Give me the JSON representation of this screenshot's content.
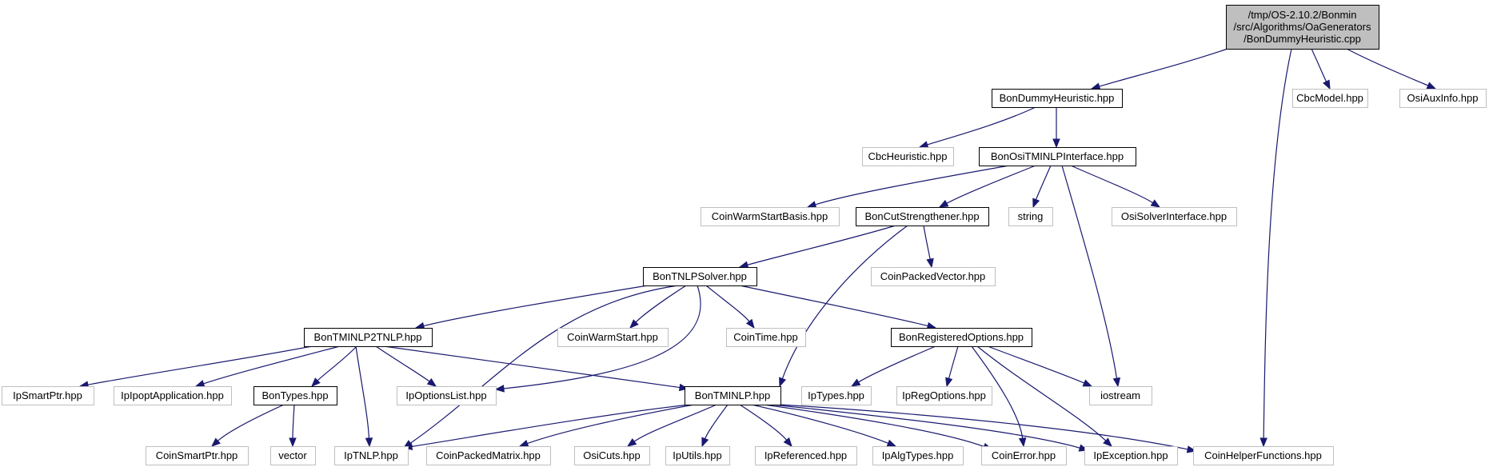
{
  "colors": {
    "edge": "#191970",
    "root_fill": "#bfbfbf",
    "root_border": "#000000",
    "documented_border": "#000000",
    "external_border": "#bfbfbf",
    "text": "#000000"
  },
  "nodes": {
    "root": {
      "kind": "root",
      "lines": [
        "/tmp/OS-2.10.2/Bonmin",
        "/src/Algorithms/OaGenerators",
        "/BonDummyHeuristic.cpp"
      ]
    },
    "BonDummyHeuristic": {
      "kind": "documented",
      "lines": [
        "BonDummyHeuristic.hpp"
      ]
    },
    "CbcModel": {
      "kind": "external",
      "lines": [
        "CbcModel.hpp"
      ]
    },
    "OsiAuxInfo": {
      "kind": "external",
      "lines": [
        "OsiAuxInfo.hpp"
      ]
    },
    "CbcHeuristic": {
      "kind": "external",
      "lines": [
        "CbcHeuristic.hpp"
      ]
    },
    "BonOsiTMINLPInterface": {
      "kind": "documented",
      "lines": [
        "BonOsiTMINLPInterface.hpp"
      ]
    },
    "CoinWarmStartBasis": {
      "kind": "external",
      "lines": [
        "CoinWarmStartBasis.hpp"
      ]
    },
    "BonCutStrengthener": {
      "kind": "documented",
      "lines": [
        "BonCutStrengthener.hpp"
      ]
    },
    "string": {
      "kind": "external",
      "lines": [
        "string"
      ]
    },
    "OsiSolverInterface": {
      "kind": "external",
      "lines": [
        "OsiSolverInterface.hpp"
      ]
    },
    "BonTNLPSolver": {
      "kind": "documented",
      "lines": [
        "BonTNLPSolver.hpp"
      ]
    },
    "CoinPackedVector": {
      "kind": "external",
      "lines": [
        "CoinPackedVector.hpp"
      ]
    },
    "BonTMINLP2TNLP": {
      "kind": "documented",
      "lines": [
        "BonTMINLP2TNLP.hpp"
      ]
    },
    "CoinWarmStart": {
      "kind": "external",
      "lines": [
        "CoinWarmStart.hpp"
      ]
    },
    "CoinTime": {
      "kind": "external",
      "lines": [
        "CoinTime.hpp"
      ]
    },
    "BonRegisteredOptions": {
      "kind": "documented",
      "lines": [
        "BonRegisteredOptions.hpp"
      ]
    },
    "IpSmartPtr": {
      "kind": "external",
      "lines": [
        "IpSmartPtr.hpp"
      ]
    },
    "IpIpoptApplication": {
      "kind": "external",
      "lines": [
        "IpIpoptApplication.hpp"
      ]
    },
    "BonTypes": {
      "kind": "documented",
      "lines": [
        "BonTypes.hpp"
      ]
    },
    "IpOptionsList": {
      "kind": "external",
      "lines": [
        "IpOptionsList.hpp"
      ]
    },
    "BonTMINLP": {
      "kind": "documented",
      "lines": [
        "BonTMINLP.hpp"
      ]
    },
    "IpTypes": {
      "kind": "external",
      "lines": [
        "IpTypes.hpp"
      ]
    },
    "IpRegOptions": {
      "kind": "external",
      "lines": [
        "IpRegOptions.hpp"
      ]
    },
    "iostream": {
      "kind": "external",
      "lines": [
        "iostream"
      ]
    },
    "CoinSmartPtr": {
      "kind": "external",
      "lines": [
        "CoinSmartPtr.hpp"
      ]
    },
    "vector": {
      "kind": "external",
      "lines": [
        "vector"
      ]
    },
    "IpTNLP": {
      "kind": "external",
      "lines": [
        "IpTNLP.hpp"
      ]
    },
    "CoinPackedMatrix": {
      "kind": "external",
      "lines": [
        "CoinPackedMatrix.hpp"
      ]
    },
    "OsiCuts": {
      "kind": "external",
      "lines": [
        "OsiCuts.hpp"
      ]
    },
    "IpUtils": {
      "kind": "external",
      "lines": [
        "IpUtils.hpp"
      ]
    },
    "IpReferenced": {
      "kind": "external",
      "lines": [
        "IpReferenced.hpp"
      ]
    },
    "IpAlgTypes": {
      "kind": "external",
      "lines": [
        "IpAlgTypes.hpp"
      ]
    },
    "CoinError": {
      "kind": "external",
      "lines": [
        "CoinError.hpp"
      ]
    },
    "IpException": {
      "kind": "external",
      "lines": [
        "IpException.hpp"
      ]
    },
    "CoinHelperFunctions": {
      "kind": "external",
      "lines": [
        "CoinHelperFunctions.hpp"
      ]
    }
  },
  "edges": [
    [
      "root",
      "BonDummyHeuristic"
    ],
    [
      "root",
      "CbcModel"
    ],
    [
      "root",
      "OsiAuxInfo"
    ],
    [
      "root",
      "CoinHelperFunctions"
    ],
    [
      "BonDummyHeuristic",
      "CbcHeuristic"
    ],
    [
      "BonDummyHeuristic",
      "BonOsiTMINLPInterface"
    ],
    [
      "BonOsiTMINLPInterface",
      "CoinWarmStartBasis"
    ],
    [
      "BonOsiTMINLPInterface",
      "BonCutStrengthener"
    ],
    [
      "BonOsiTMINLPInterface",
      "string"
    ],
    [
      "BonOsiTMINLPInterface",
      "OsiSolverInterface"
    ],
    [
      "BonOsiTMINLPInterface",
      "iostream"
    ],
    [
      "BonCutStrengthener",
      "BonTNLPSolver"
    ],
    [
      "BonCutStrengthener",
      "CoinPackedVector"
    ],
    [
      "BonCutStrengthener",
      "BonTMINLP"
    ],
    [
      "BonTNLPSolver",
      "BonTMINLP2TNLP"
    ],
    [
      "BonTNLPSolver",
      "CoinWarmStart"
    ],
    [
      "BonTNLPSolver",
      "CoinTime"
    ],
    [
      "BonTNLPSolver",
      "BonRegisteredOptions"
    ],
    [
      "BonTNLPSolver",
      "IpOptionsList"
    ],
    [
      "BonTNLPSolver",
      "IpTNLP"
    ],
    [
      "BonTMINLP2TNLP",
      "IpSmartPtr"
    ],
    [
      "BonTMINLP2TNLP",
      "IpIpoptApplication"
    ],
    [
      "BonTMINLP2TNLP",
      "BonTypes"
    ],
    [
      "BonTMINLP2TNLP",
      "IpOptionsList"
    ],
    [
      "BonTMINLP2TNLP",
      "IpTNLP"
    ],
    [
      "BonTMINLP2TNLP",
      "BonTMINLP"
    ],
    [
      "BonRegisteredOptions",
      "IpTypes"
    ],
    [
      "BonRegisteredOptions",
      "IpRegOptions"
    ],
    [
      "BonRegisteredOptions",
      "iostream"
    ],
    [
      "BonRegisteredOptions",
      "CoinError"
    ],
    [
      "BonRegisteredOptions",
      "IpException"
    ],
    [
      "BonTypes",
      "CoinSmartPtr"
    ],
    [
      "BonTypes",
      "vector"
    ],
    [
      "BonTMINLP",
      "IpTNLP"
    ],
    [
      "BonTMINLP",
      "CoinPackedMatrix"
    ],
    [
      "BonTMINLP",
      "OsiCuts"
    ],
    [
      "BonTMINLP",
      "IpUtils"
    ],
    [
      "BonTMINLP",
      "IpReferenced"
    ],
    [
      "BonTMINLP",
      "IpAlgTypes"
    ],
    [
      "BonTMINLP",
      "CoinError"
    ],
    [
      "BonTMINLP",
      "IpException"
    ],
    [
      "BonTMINLP",
      "CoinHelperFunctions"
    ]
  ]
}
